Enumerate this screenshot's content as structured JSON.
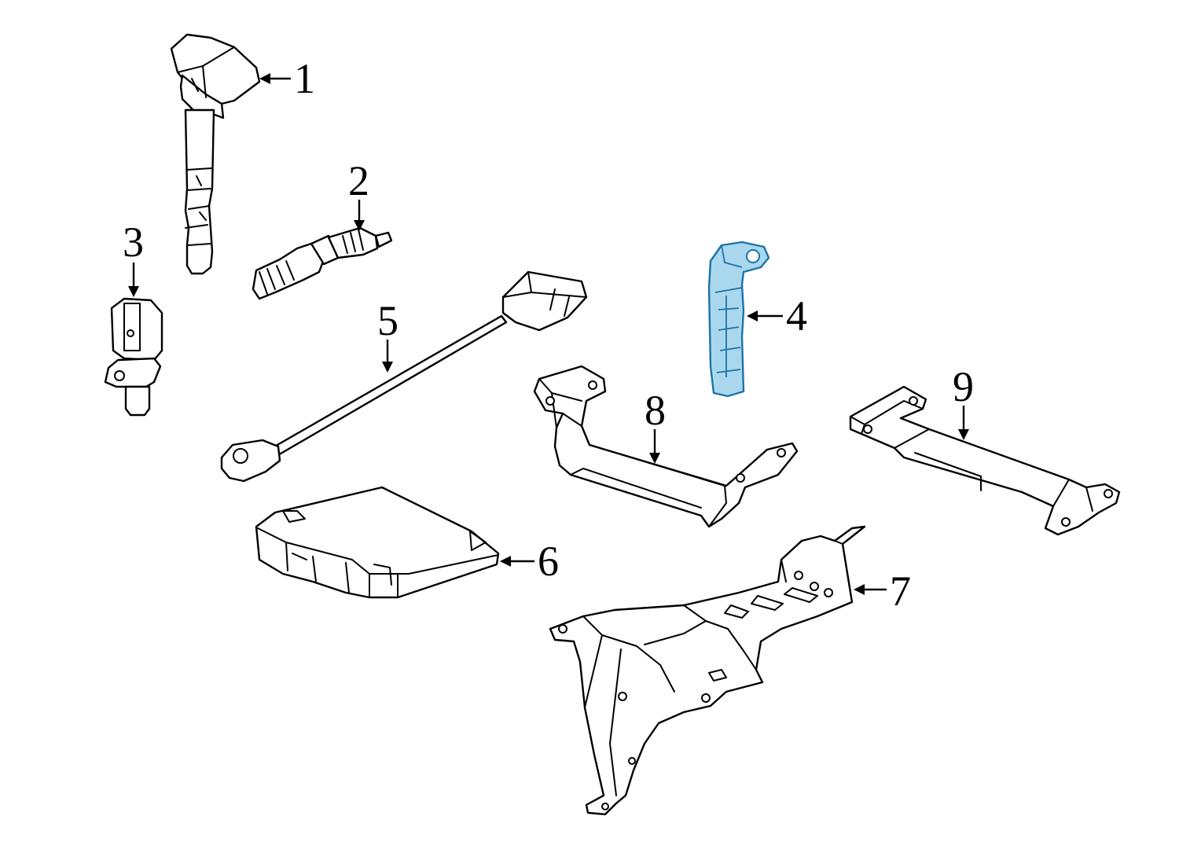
{
  "callouts": {
    "c1": "1",
    "c2": "2",
    "c3": "3",
    "c4": "4",
    "c5": "5",
    "c6": "6",
    "c7": "7",
    "c8": "8",
    "c9": "9"
  },
  "colors": {
    "line": "#000000",
    "background": "#ffffff",
    "highlight_fill": "#a9d8ee",
    "highlight_stroke": "#1e73a6"
  },
  "highlighted_part": "4"
}
